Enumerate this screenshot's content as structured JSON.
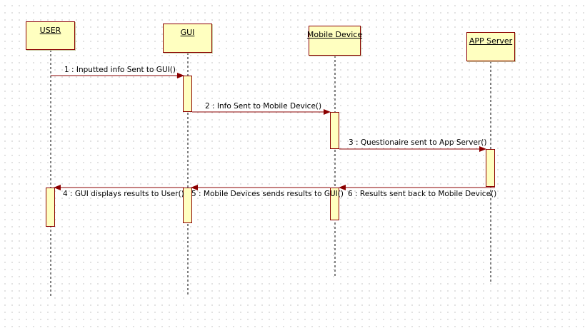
{
  "lifelines": [
    {
      "id": "user",
      "label": "USER"
    },
    {
      "id": "gui",
      "label": "GUI"
    },
    {
      "id": "mobile",
      "label": "Mobile Device"
    },
    {
      "id": "app",
      "label": "APP Server"
    }
  ],
  "messages": [
    {
      "id": "m1",
      "label": "1 : Inputted info Sent to GUI()",
      "from": "user",
      "to": "gui"
    },
    {
      "id": "m2",
      "label": "2 : Info Sent to Mobile Device()",
      "from": "gui",
      "to": "mobile"
    },
    {
      "id": "m3",
      "label": "3 : Questionaire sent to App Server()",
      "from": "mobile",
      "to": "app"
    },
    {
      "id": "m6",
      "label": "6 : Results sent back to Mobile Device()",
      "from": "app",
      "to": "mobile"
    },
    {
      "id": "m5",
      "label": "5 : Mobile Devices sends results to GUI()",
      "from": "mobile",
      "to": "gui"
    },
    {
      "id": "m4",
      "label": "4 : GUI displays results to User()",
      "from": "gui",
      "to": "user"
    }
  ],
  "colors": {
    "line": "#8b0000",
    "box_fill": "#ffffc0"
  }
}
